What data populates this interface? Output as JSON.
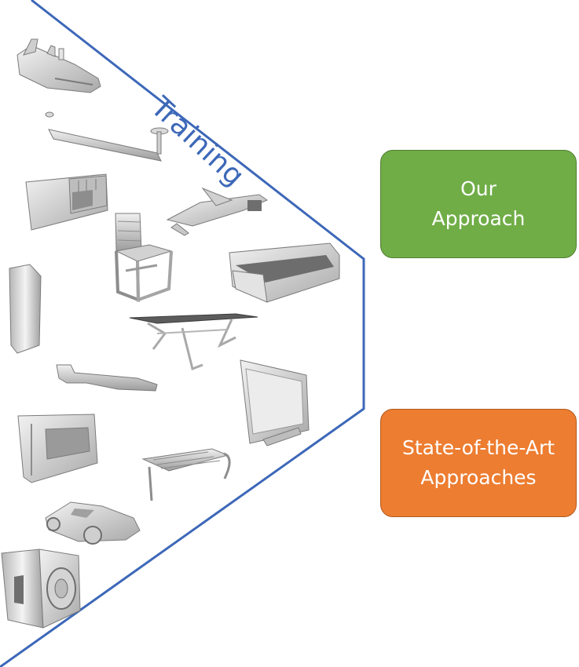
{
  "diagram": {
    "training_label": "Training",
    "our_approach": "Our\nApproach",
    "sota_approaches": "State-of-the-Art\nApproaches"
  },
  "colors": {
    "boundary": "#3d68b8",
    "green": "#70ad47",
    "orange": "#ed7d31",
    "object_fill": "#d8d8d8",
    "object_stroke": "#8a8a8a"
  },
  "objects": [
    "spaceship",
    "tube-lamp",
    "bookshelf",
    "airplane",
    "chair",
    "sofa",
    "door-panel",
    "table",
    "rifle",
    "monitor",
    "cabinet",
    "bench",
    "car",
    "speaker"
  ]
}
